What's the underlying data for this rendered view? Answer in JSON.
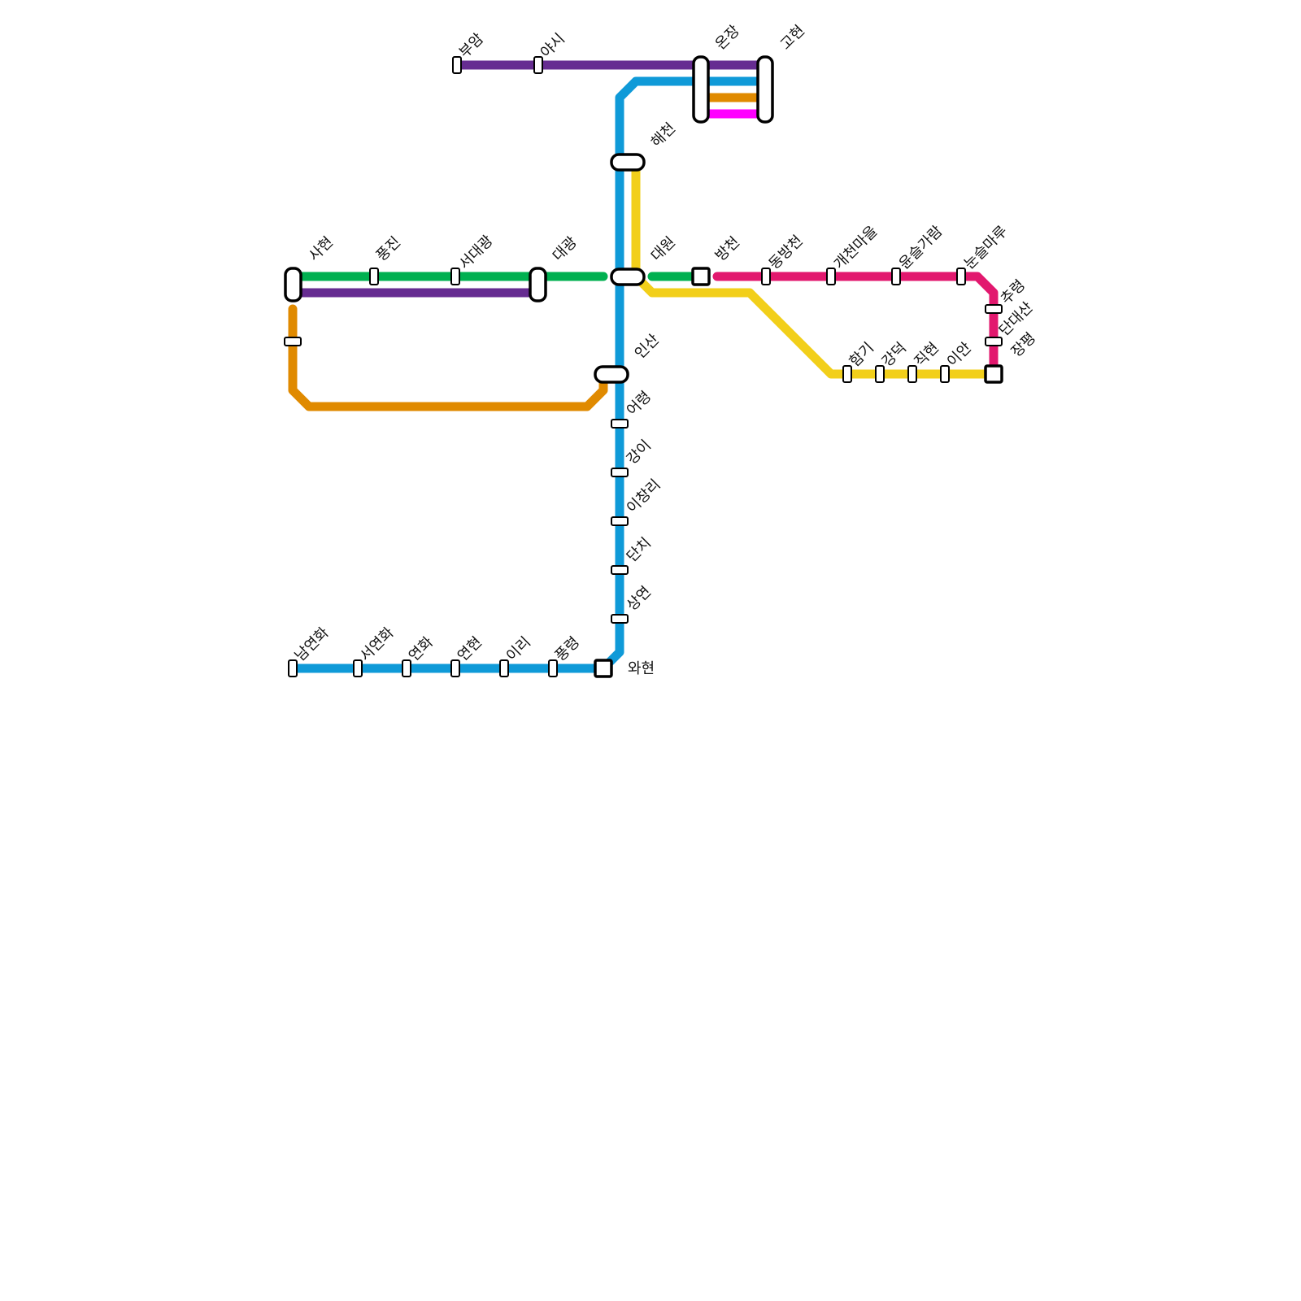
{
  "colors": {
    "blue": "#0f9ad8",
    "purple": "#662c91",
    "green": "#00b050",
    "orange": "#e08a00",
    "yellow": "#f2cf1a",
    "pink": "#e2186e",
    "magenta": "#ff00ff"
  },
  "stations": {
    "buam": "부암",
    "yasi": "야시",
    "onjang": "온장",
    "gohyeon": "고현",
    "haecheon": "해천",
    "sahyeon": "사현",
    "pungjin": "풍진",
    "seodaegwang": "서대광",
    "daegwang": "대광",
    "daewon": "대원",
    "bangcheon": "방천",
    "dongbangcheon": "동방천",
    "gaecheonmaeul": "개천마을",
    "yunseulgaram": "윤슬가람",
    "nunseulmaru": "눈슬마루",
    "chuong": "추령",
    "dandaesan": "단대산",
    "jangpyeong": "장평",
    "insan": "인산",
    "eoryeong": "어령",
    "gangi": "강이",
    "ichangri": "이창리",
    "danchi": "단치",
    "sangyeon": "상연",
    "wahyeon": "와현",
    "namyeonhwa": "남연화",
    "seoyeonhwa": "서연화",
    "yeonhwa": "연화",
    "yeonhyeon": "연현",
    "iri": "이리",
    "pungryeong": "풍령",
    "hamgi": "함기",
    "gangdeok": "강덕",
    "jikhyeon": "직현",
    "ian": "이안"
  }
}
